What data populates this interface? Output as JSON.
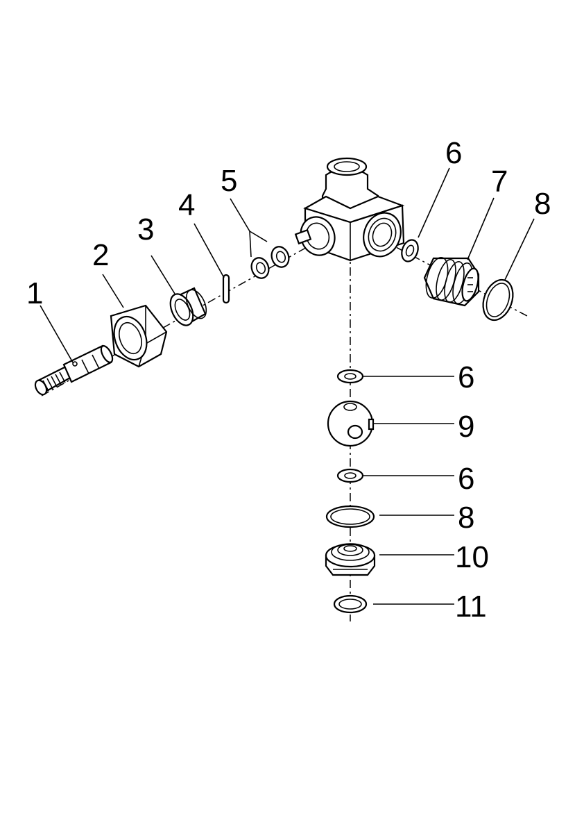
{
  "diagram": {
    "type": "exploded-parts-view",
    "line_color": "#000000",
    "background_color": "#ffffff",
    "callouts": [
      {
        "id": "c1",
        "label": "1"
      },
      {
        "id": "c2",
        "label": "2"
      },
      {
        "id": "c3",
        "label": "3"
      },
      {
        "id": "c4",
        "label": "4"
      },
      {
        "id": "c5",
        "label": "5"
      },
      {
        "id": "c6a",
        "label": "6"
      },
      {
        "id": "c7",
        "label": "7"
      },
      {
        "id": "c8a",
        "label": "8"
      },
      {
        "id": "c6b",
        "label": "6"
      },
      {
        "id": "c9",
        "label": "9"
      },
      {
        "id": "c6c",
        "label": "6"
      },
      {
        "id": "c8b",
        "label": "8"
      },
      {
        "id": "c10",
        "label": "10"
      },
      {
        "id": "c11",
        "label": "11"
      }
    ]
  }
}
